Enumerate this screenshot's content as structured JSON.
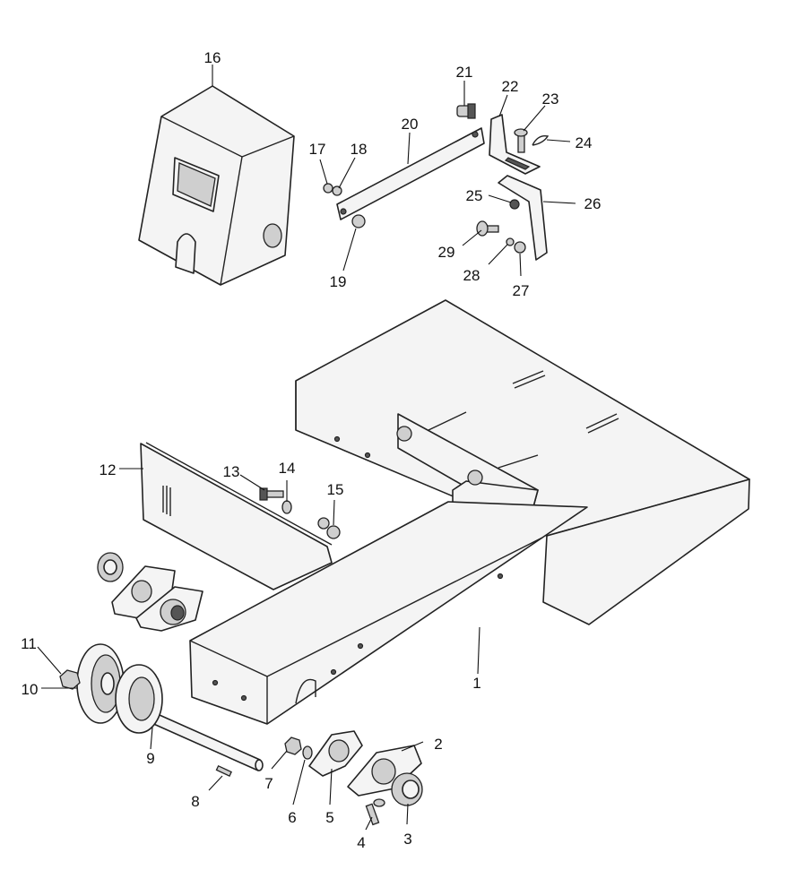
{
  "callouts": [
    {
      "id": "1",
      "text": "1"
    },
    {
      "id": "2",
      "text": "2"
    },
    {
      "id": "3",
      "text": "3"
    },
    {
      "id": "4",
      "text": "4"
    },
    {
      "id": "5",
      "text": "5"
    },
    {
      "id": "6",
      "text": "6"
    },
    {
      "id": "7",
      "text": "7"
    },
    {
      "id": "8",
      "text": "8"
    },
    {
      "id": "9",
      "text": "9"
    },
    {
      "id": "10",
      "text": "10"
    },
    {
      "id": "11",
      "text": "11"
    },
    {
      "id": "12",
      "text": "12"
    },
    {
      "id": "13",
      "text": "13"
    },
    {
      "id": "14",
      "text": "14"
    },
    {
      "id": "15",
      "text": "15"
    },
    {
      "id": "16",
      "text": "16"
    },
    {
      "id": "17",
      "text": "17"
    },
    {
      "id": "18",
      "text": "18"
    },
    {
      "id": "19",
      "text": "19"
    },
    {
      "id": "20",
      "text": "20"
    },
    {
      "id": "21",
      "text": "21"
    },
    {
      "id": "22",
      "text": "22"
    },
    {
      "id": "23",
      "text": "23"
    },
    {
      "id": "24",
      "text": "24"
    },
    {
      "id": "25",
      "text": "25"
    },
    {
      "id": "26",
      "text": "26"
    },
    {
      "id": "27",
      "text": "27"
    },
    {
      "id": "28",
      "text": "28"
    },
    {
      "id": "29",
      "text": "29"
    }
  ]
}
